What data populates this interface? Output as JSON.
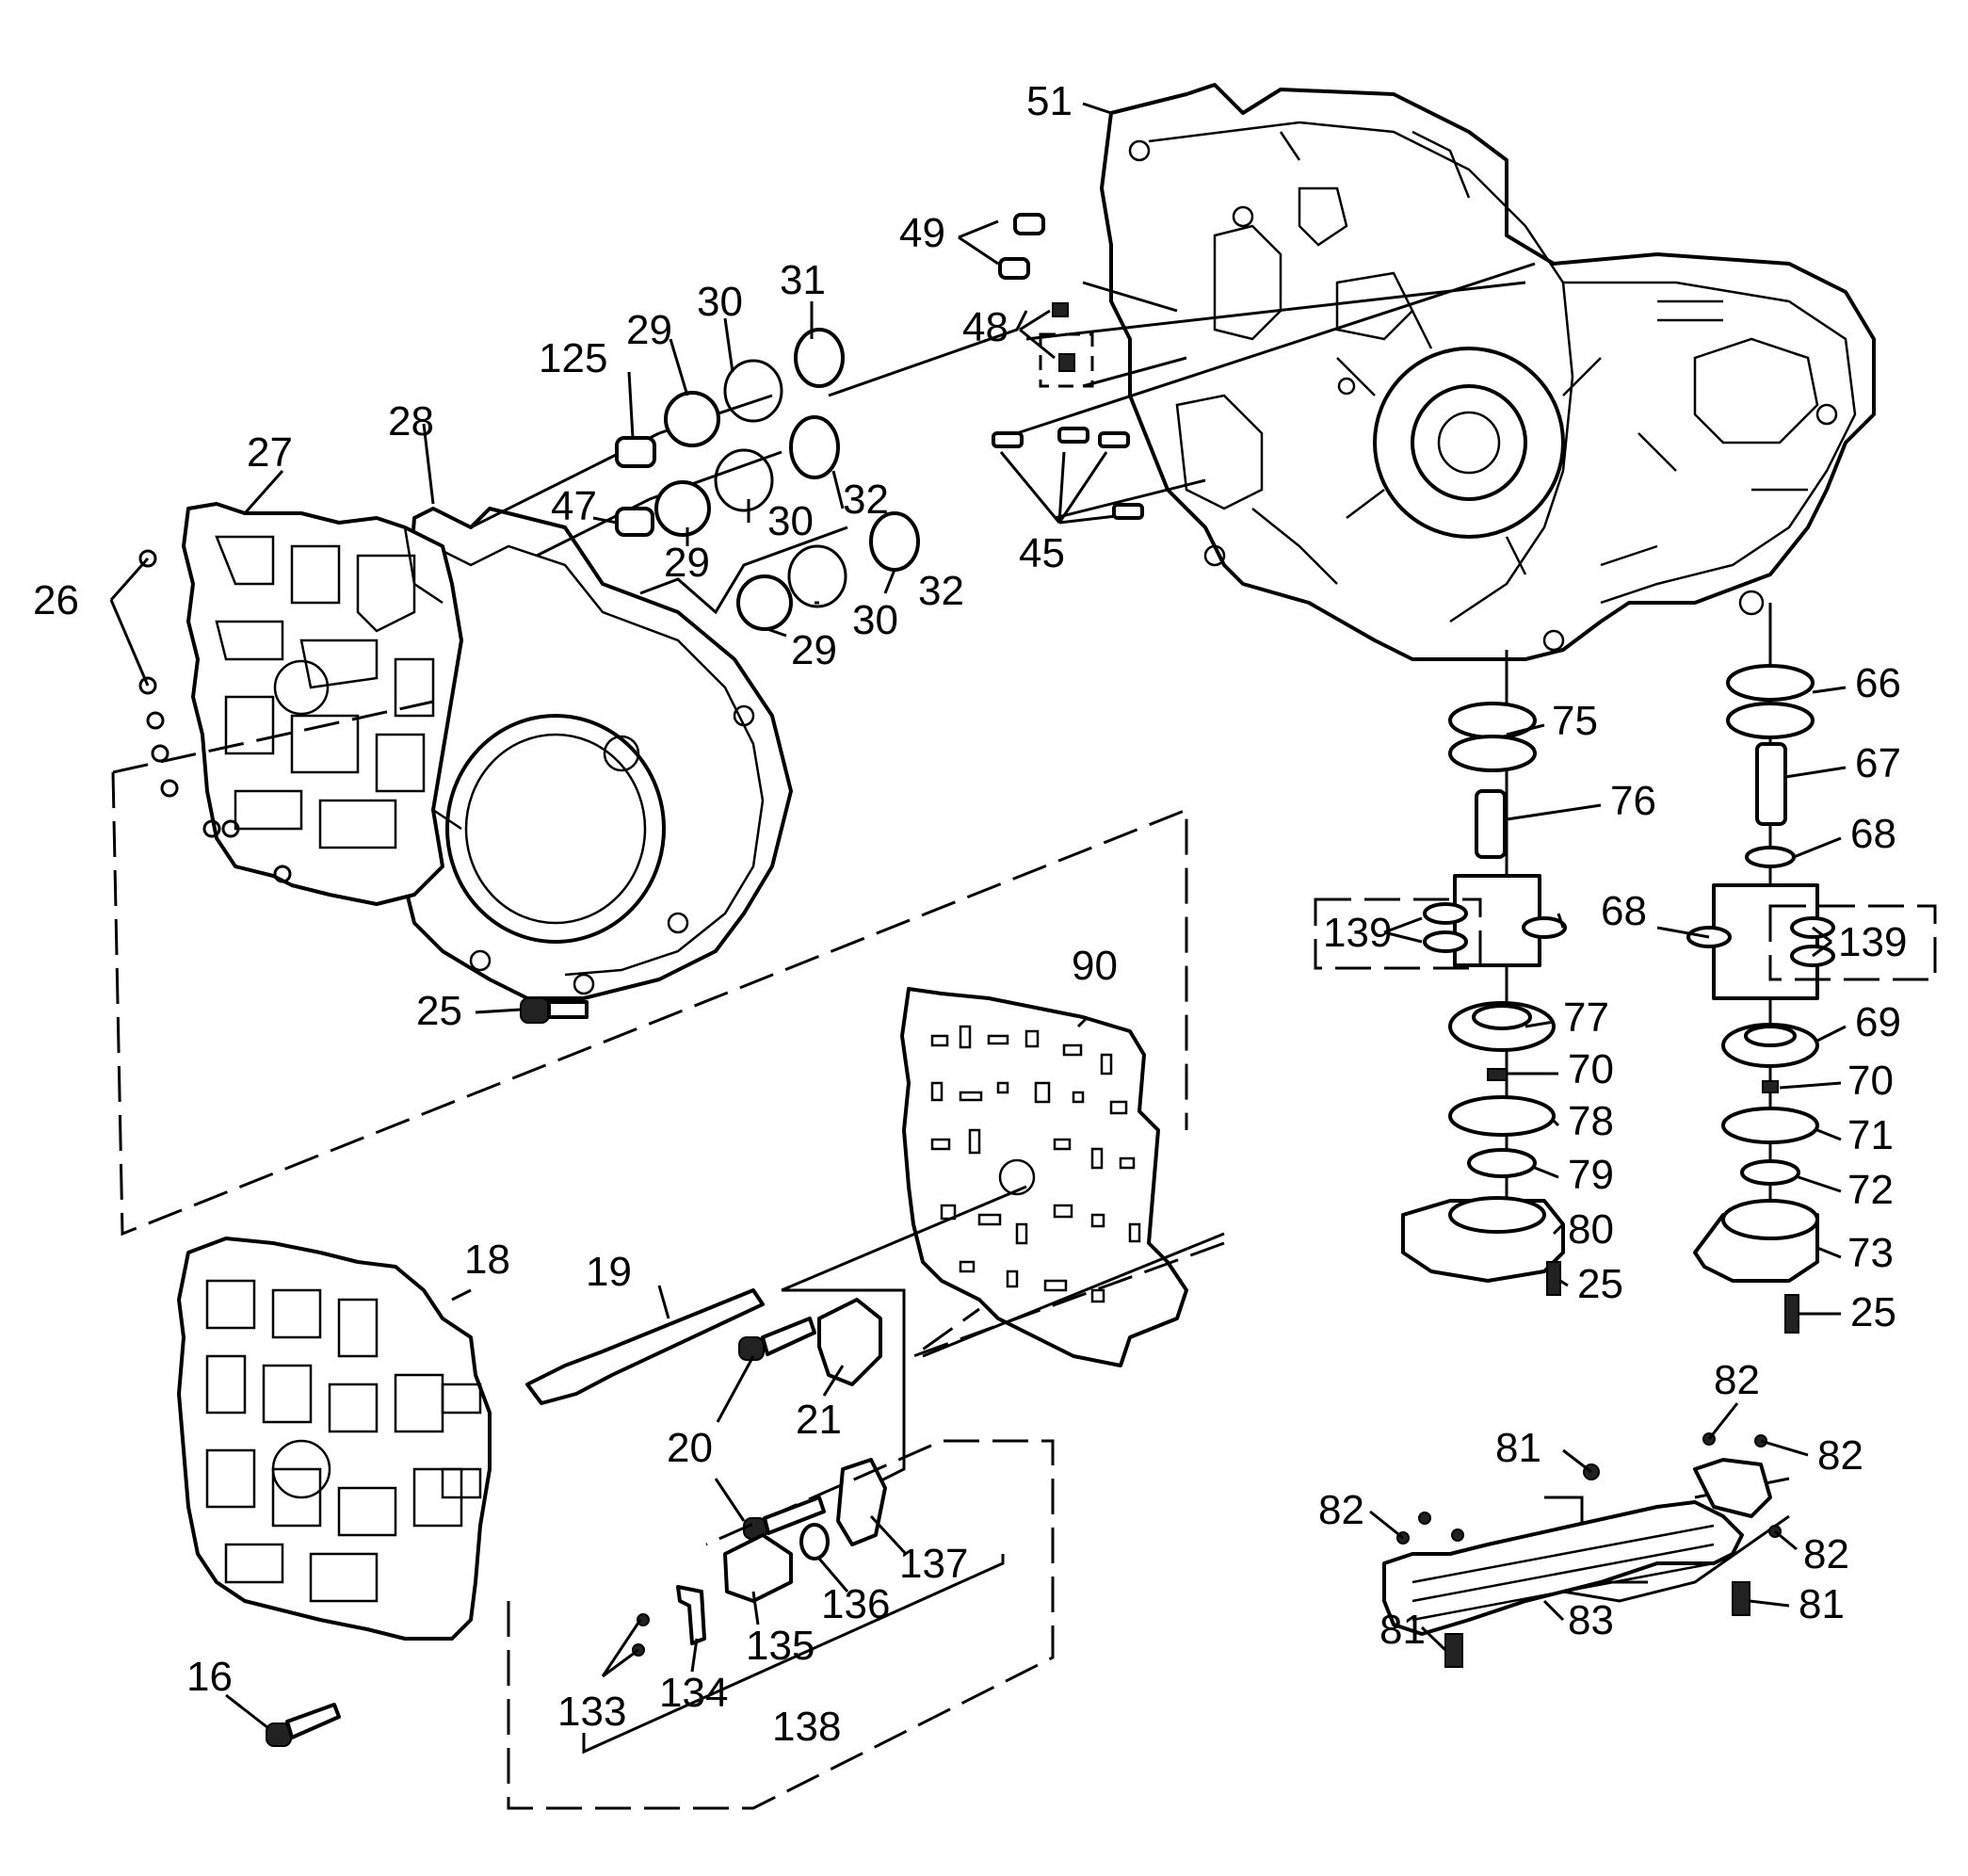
{
  "diagram": {
    "callouts": [
      {
        "id": "16",
        "text": "16"
      },
      {
        "id": "18",
        "text": "18"
      },
      {
        "id": "19",
        "text": "19"
      },
      {
        "id": "20a",
        "text": "20"
      },
      {
        "id": "20b",
        "text": "20"
      },
      {
        "id": "21",
        "text": "21"
      },
      {
        "id": "25a",
        "text": "25"
      },
      {
        "id": "25b",
        "text": "25"
      },
      {
        "id": "25c",
        "text": "25"
      },
      {
        "id": "26",
        "text": "26"
      },
      {
        "id": "27",
        "text": "27"
      },
      {
        "id": "28",
        "text": "28"
      },
      {
        "id": "29a",
        "text": "29"
      },
      {
        "id": "29b",
        "text": "29"
      },
      {
        "id": "29c",
        "text": "29"
      },
      {
        "id": "30a",
        "text": "30"
      },
      {
        "id": "30b",
        "text": "30"
      },
      {
        "id": "30c",
        "text": "30"
      },
      {
        "id": "31",
        "text": "31"
      },
      {
        "id": "32a",
        "text": "32"
      },
      {
        "id": "32b",
        "text": "32"
      },
      {
        "id": "45",
        "text": "45"
      },
      {
        "id": "47",
        "text": "47"
      },
      {
        "id": "48",
        "text": "48"
      },
      {
        "id": "49",
        "text": "49"
      },
      {
        "id": "51",
        "text": "51"
      },
      {
        "id": "66",
        "text": "66"
      },
      {
        "id": "67",
        "text": "67"
      },
      {
        "id": "68a",
        "text": "68"
      },
      {
        "id": "68b",
        "text": "68"
      },
      {
        "id": "69",
        "text": "69"
      },
      {
        "id": "70a",
        "text": "70"
      },
      {
        "id": "70b",
        "text": "70"
      },
      {
        "id": "71",
        "text": "71"
      },
      {
        "id": "72",
        "text": "72"
      },
      {
        "id": "73",
        "text": "73"
      },
      {
        "id": "75",
        "text": "75"
      },
      {
        "id": "76",
        "text": "76"
      },
      {
        "id": "77",
        "text": "77"
      },
      {
        "id": "78",
        "text": "78"
      },
      {
        "id": "79",
        "text": "79"
      },
      {
        "id": "80",
        "text": "80"
      },
      {
        "id": "81a",
        "text": "81"
      },
      {
        "id": "81b",
        "text": "81"
      },
      {
        "id": "81c",
        "text": "81"
      },
      {
        "id": "82a",
        "text": "82"
      },
      {
        "id": "82b",
        "text": "82"
      },
      {
        "id": "82c",
        "text": "82"
      },
      {
        "id": "82d",
        "text": "82"
      },
      {
        "id": "83",
        "text": "83"
      },
      {
        "id": "90",
        "text": "90"
      },
      {
        "id": "125",
        "text": "125"
      },
      {
        "id": "133",
        "text": "133"
      },
      {
        "id": "134",
        "text": "134"
      },
      {
        "id": "135",
        "text": "135"
      },
      {
        "id": "136",
        "text": "136"
      },
      {
        "id": "137",
        "text": "137"
      },
      {
        "id": "138",
        "text": "138"
      },
      {
        "id": "139a",
        "text": "139"
      },
      {
        "id": "139b",
        "text": "139"
      }
    ]
  }
}
